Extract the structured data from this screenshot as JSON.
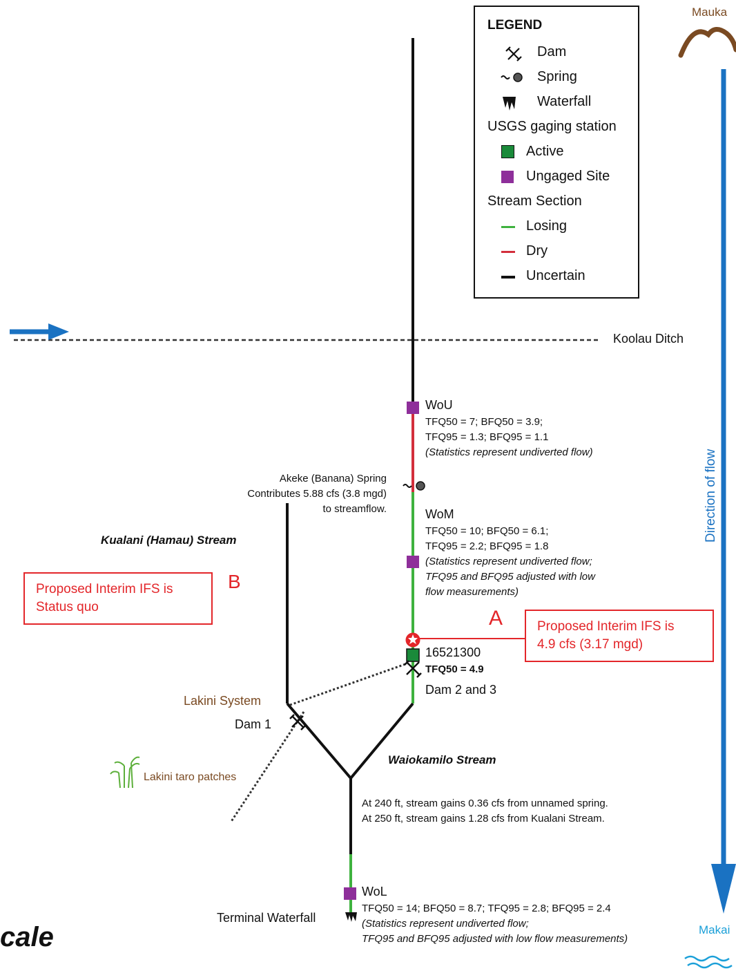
{
  "legend": {
    "title": "LEGEND",
    "dam": "Dam",
    "spring": "Spring",
    "waterfall": "Waterfall",
    "gaging_header": "USGS gaging station",
    "active": "Active",
    "ungaged": "Ungaged Site",
    "section_header": "Stream Section",
    "losing": "Losing",
    "dry": "Dry",
    "uncertain": "Uncertain"
  },
  "colors": {
    "losing": "#3fb23f",
    "dry": "#d32f3c",
    "uncertain": "#111111",
    "active_station": "#1a8a3a",
    "ungaged_site": "#8e2f9a",
    "flow_arrow": "#1a72c2",
    "proposal_red": "#e3262a",
    "lakini_brown": "#7a4a22"
  },
  "flow": {
    "mauka": "Mauka",
    "makai": "Makai",
    "direction_label": "Direction of flow"
  },
  "ditch": {
    "label": "Koolau Ditch"
  },
  "wou": {
    "name": "WoU",
    "line1": "TFQ50 = 7; BFQ50 = 3.9;",
    "line2": "TFQ95 = 1.3; BFQ95 = 1.1",
    "note": "(Statistics represent undiverted flow)"
  },
  "spring": {
    "line1": "Akeke (Banana) Spring",
    "line2": "Contributes 5.88 cfs (3.8 mgd)",
    "line3": "to streamflow."
  },
  "wom": {
    "name": "WoM",
    "line1": "TFQ50 = 10; BFQ50 = 6.1;",
    "line2": "TFQ95 = 2.2; BFQ95 = 1.8",
    "note1": "(Statistics represent undiverted flow;",
    "note2": "TFQ95 and BFQ95 adjusted with low",
    "note3": "flow measurements)"
  },
  "kualani": {
    "label": "Kualani (Hamau) Stream"
  },
  "proposal_b": {
    "letter": "B",
    "line1": "Proposed Interim IFS is",
    "line2": "Status quo"
  },
  "proposal_a": {
    "letter": "A",
    "line1": "Proposed Interim IFS is",
    "line2": "4.9 cfs (3.17 mgd)"
  },
  "gage": {
    "id": "16521300",
    "stat": "TFQ50 = 4.9"
  },
  "dams": {
    "dam23": "Dam 2 and 3",
    "dam1": "Dam 1"
  },
  "lakini": {
    "system": "Lakini System",
    "taro": "Lakini taro patches"
  },
  "waiokamilo": {
    "label": "Waiokamilo Stream",
    "gain1": "At 240 ft, stream gains 0.36 cfs from unnamed spring.",
    "gain2": "At 250 ft, stream gains 1.28 cfs from Kualani Stream."
  },
  "wol": {
    "name": "WoL",
    "line1": "TFQ50 = 14; BFQ50 = 8.7; TFQ95 = 2.8; BFQ95 = 2.4",
    "note1": "(Statistics represent undiverted flow;",
    "note2": "TFQ95 and BFQ95 adjusted with low flow measurements)"
  },
  "terminal": {
    "label": "Terminal Waterfall"
  },
  "scale_fragment": "cale"
}
